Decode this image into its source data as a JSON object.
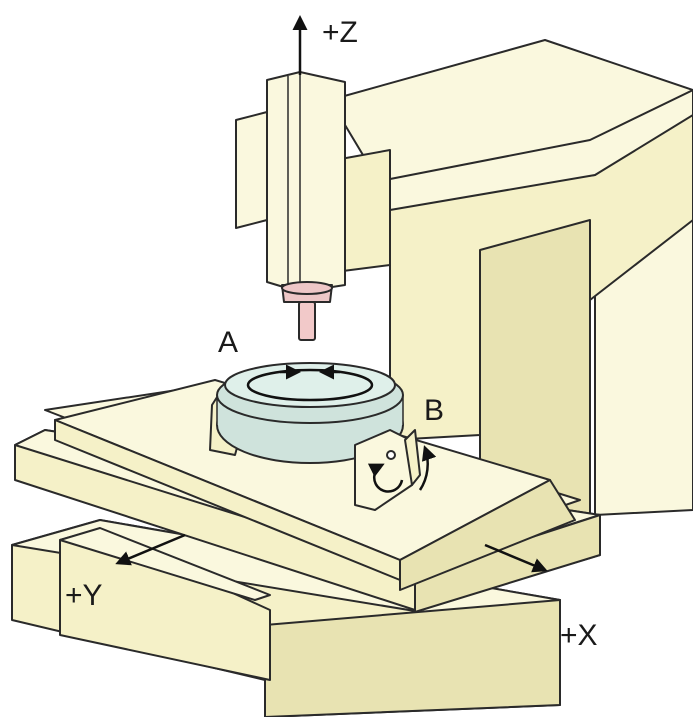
{
  "colors": {
    "cream": "#f5f1c8",
    "cream_light": "#faf8de",
    "cream_shade": "#e8e3b2",
    "rotary_table": "#cfe3dc",
    "rotary_top": "#dff0ea",
    "spindle_ring": "#eec7c7",
    "tool": "#f2c9c9",
    "outline": "#2a2a2a"
  },
  "axes": {
    "z": "+Z",
    "y": "+Y",
    "x": "+X",
    "a": "A",
    "b": "B"
  },
  "icons": {
    "arrow": "arrow-icon",
    "rotation": "rotation-arrow-icon"
  }
}
